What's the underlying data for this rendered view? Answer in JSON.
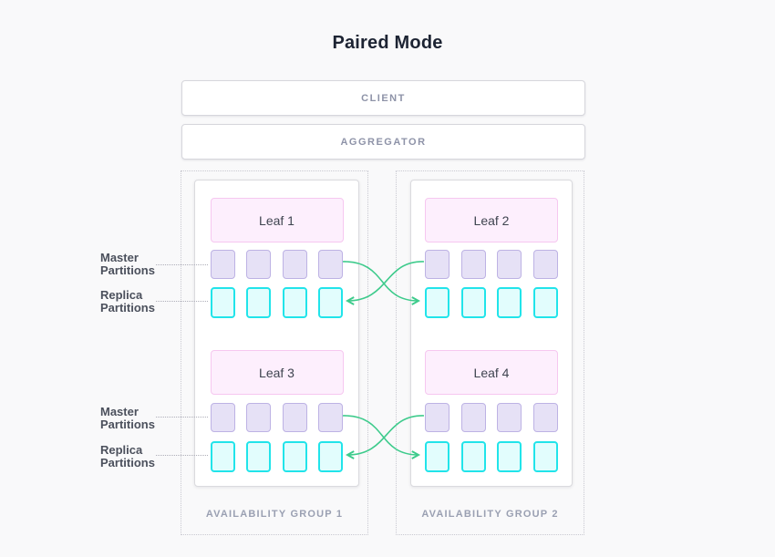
{
  "title": "Paired Mode",
  "tiers": {
    "client": "CLIENT",
    "aggregator": "AGGREGATOR"
  },
  "groups": [
    {
      "label": "AVAILABILITY GROUP 1",
      "leaves": [
        {
          "name": "Leaf 1",
          "master_count": 4,
          "replica_count": 4
        },
        {
          "name": "Leaf 3",
          "master_count": 4,
          "replica_count": 4
        }
      ]
    },
    {
      "label": "AVAILABILITY GROUP 2",
      "leaves": [
        {
          "name": "Leaf 2",
          "master_count": 4,
          "replica_count": 4
        },
        {
          "name": "Leaf 4",
          "master_count": 4,
          "replica_count": 4
        }
      ]
    }
  ],
  "side_labels": [
    {
      "line1": "Master",
      "line2": "Partitions"
    },
    {
      "line1": "Replica",
      "line2": "Partitions"
    },
    {
      "line1": "Master",
      "line2": "Partitions"
    },
    {
      "line1": "Replica",
      "line2": "Partitions"
    }
  ],
  "connections": [
    {
      "from": "Leaf 1 master partitions",
      "to": "Leaf 2 replica partitions"
    },
    {
      "from": "Leaf 2 master partitions",
      "to": "Leaf 1 replica partitions"
    },
    {
      "from": "Leaf 3 master partitions",
      "to": "Leaf 4 replica partitions"
    },
    {
      "from": "Leaf 4 master partitions",
      "to": "Leaf 3 replica partitions"
    }
  ],
  "colors": {
    "background": "#f9f9fa",
    "master_fill": "#e6e1f6",
    "master_border": "#bdb2e4",
    "replica_fill": "#e2fdfd",
    "replica_border": "#21e4ea",
    "leaf_fill": "#fdeffd",
    "leaf_border": "#f6c7f0",
    "arrow": "#3ecb8c"
  }
}
